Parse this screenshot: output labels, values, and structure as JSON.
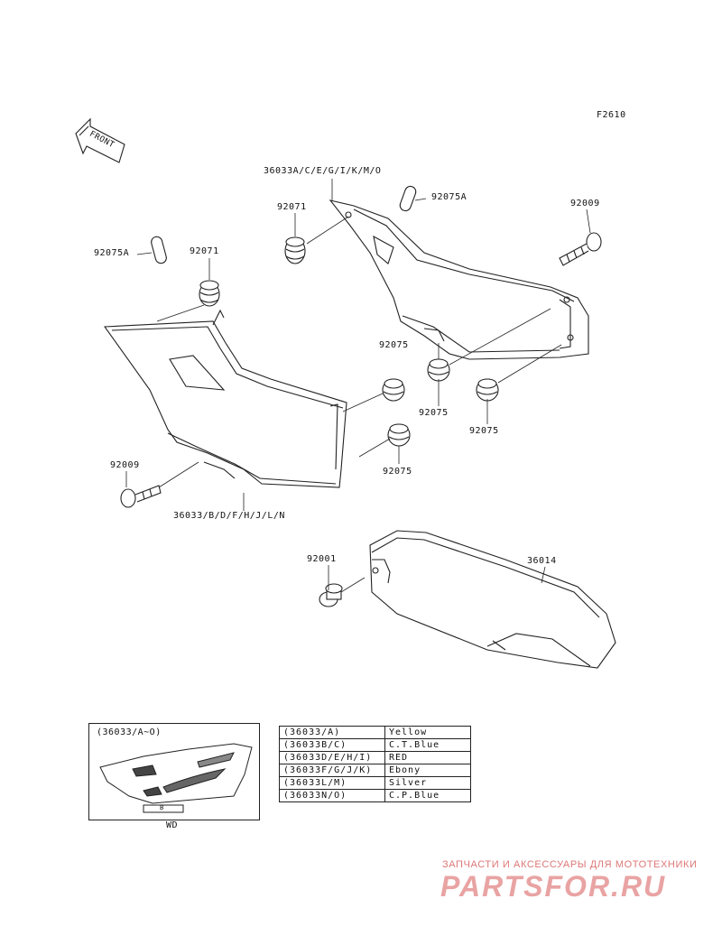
{
  "figure_code": "F2610",
  "front_label": "FRONT",
  "callouts": {
    "part_36033_right": "36033A/C/E/G/I/K/M/O",
    "part_92075A_right": "92075A",
    "part_92009_right": "92009",
    "part_92071_right": "92071",
    "part_92075A_left": "92075A",
    "part_92071_left": "92071",
    "part_92075_a": "92075",
    "part_92075_b": "92075",
    "part_92075_c": "92075",
    "part_92075_d": "92075",
    "part_92009_left": "92009",
    "part_36033_left": "36033/B/D/F/H/J/L/N",
    "part_92001": "92001",
    "part_36014": "36014"
  },
  "inset": {
    "title": "(36033/A~O)",
    "caption": "WD",
    "small_mark": "B"
  },
  "color_table": [
    {
      "code": "(36033/A)",
      "color": "Yellow"
    },
    {
      "code": "(36033B/C)",
      "color": "C.T.Blue"
    },
    {
      "code": "(36033D/E/H/I)",
      "color": "RED"
    },
    {
      "code": "(36033F/G/J/K)",
      "color": "Ebony"
    },
    {
      "code": "(36033L/M)",
      "color": "Silver"
    },
    {
      "code": "(36033N/O)",
      "color": "C.P.Blue"
    }
  ],
  "watermark": {
    "line1": "ЗАПЧАСТИ И АКСЕССУАРЫ ДЛЯ МОТОТЕХНИКИ",
    "line2": "PARTSFOR.RU"
  }
}
